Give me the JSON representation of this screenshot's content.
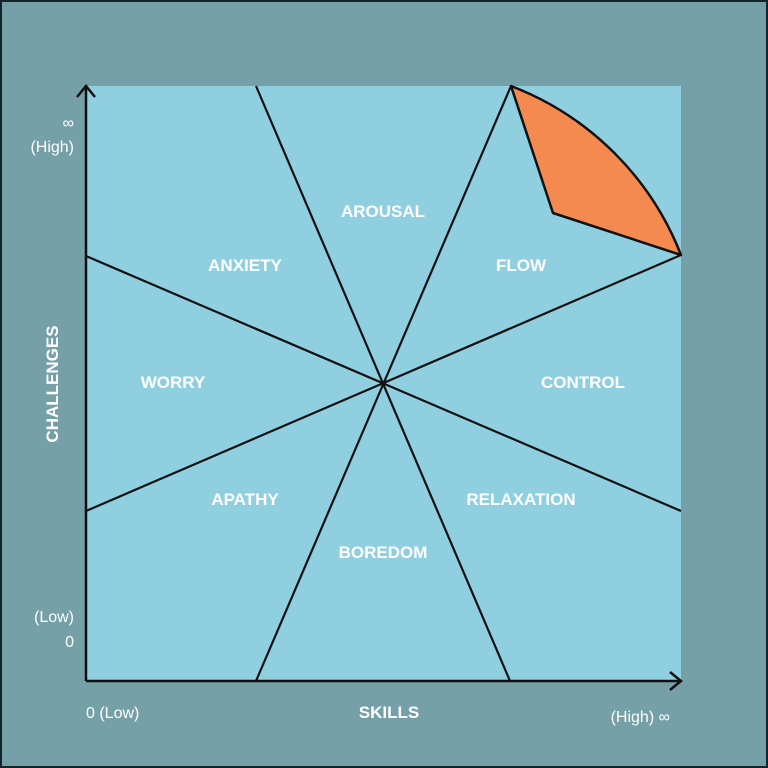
{
  "colors": {
    "frame_bg": "#76a0a8",
    "plot_bg": "#8fcfe0",
    "line": "#111111",
    "highlight": "#f58a50",
    "text": "#ffffff"
  },
  "axes": {
    "x_title": "SKILLS",
    "y_title": "CHALLENGES",
    "x_low": "0 (Low)",
    "x_high": "(High) ∞",
    "y_high_symbol": "∞",
    "y_high_label": "(High)",
    "y_low_label": "(Low)",
    "y_low_value": "0"
  },
  "regions": {
    "arousal": "AROUSAL",
    "flow": "FLOW",
    "anxiety": "ANXIETY",
    "worry": "WORRY",
    "control": "CONTROL",
    "apathy": "APATHY",
    "relaxation": "RELAXATION",
    "boredom": "BOREDOM"
  },
  "highlighted_region": "FLOW"
}
